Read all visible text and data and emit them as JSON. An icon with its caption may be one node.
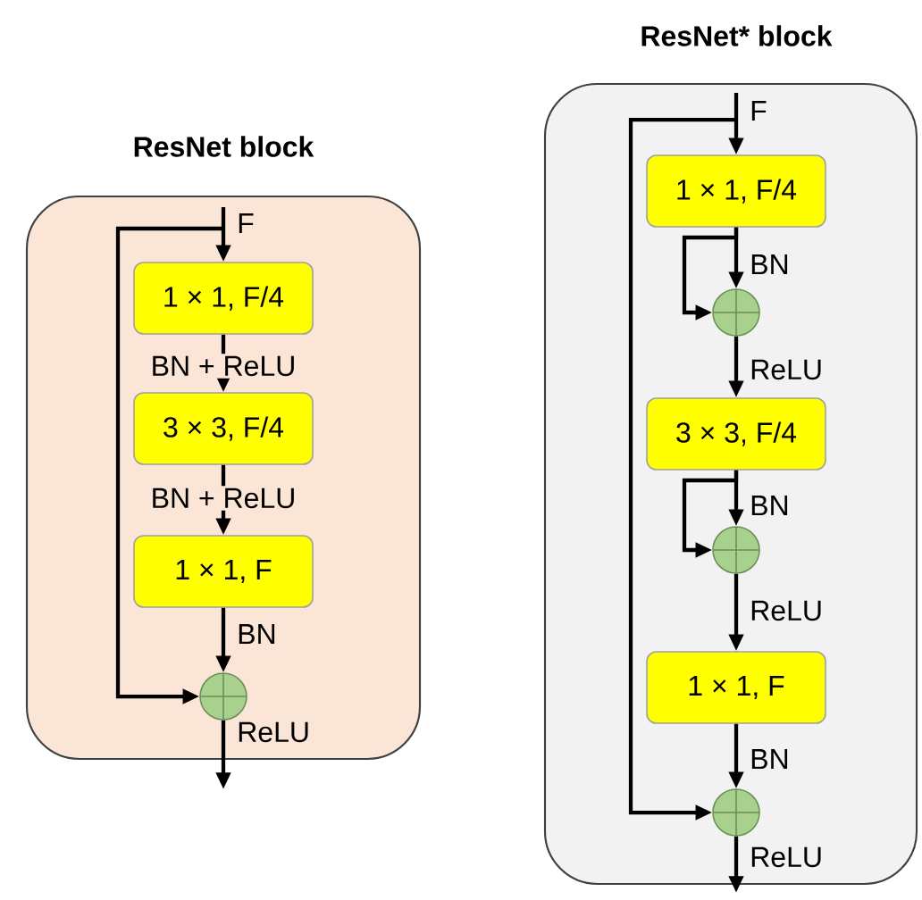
{
  "diagram": {
    "nodes": [
      {
        "text": [
          "ResNet block"
        ]
      },
      {
        "text": [
          "1 × 1, F/4"
        ],
        "in": 0
      },
      {
        "text": [
          "3 × 3, F/4"
        ],
        "in": 0
      },
      {
        "text": [
          "1 × 1, F"
        ],
        "in": 0
      },
      {
        "text": [],
        "shape": "circle",
        "in": 0
      },
      {
        "text": [
          "ResNet* block"
        ]
      },
      {
        "text": [
          "1 × 1, F/4"
        ],
        "in": 5
      },
      {
        "text": [],
        "shape": "circle",
        "in": 5
      },
      {
        "text": [
          "3 × 3, F/4"
        ],
        "in": 5
      },
      {
        "text": [],
        "shape": "circle",
        "in": 5
      },
      {
        "text": [
          "1 × 1, F"
        ],
        "in": 5
      },
      {
        "text": [],
        "shape": "circle",
        "in": 5
      }
    ],
    "edges": [
      {
        "from": null,
        "to": 1,
        "arrow": "to",
        "label": "F"
      },
      {
        "from": null,
        "to": 4,
        "arrow": "to"
      },
      {
        "from": 1,
        "to": 2,
        "arrow": "to",
        "label": "BN + ReLU"
      },
      {
        "from": 2,
        "to": 3,
        "arrow": "to",
        "label": "BN + ReLU"
      },
      {
        "from": 3,
        "to": 4,
        "arrow": "to",
        "label": "BN"
      },
      {
        "from": 4,
        "to": null,
        "arrow": "to",
        "label": "ReLU"
      },
      {
        "from": null,
        "to": 6,
        "arrow": "to",
        "label": "F"
      },
      {
        "from": null,
        "to": 11,
        "arrow": "to"
      },
      {
        "from": 6,
        "to": 7,
        "arrow": "to",
        "label": "BN"
      },
      {
        "from": 6,
        "to": 7,
        "arrow": "to"
      },
      {
        "from": 7,
        "to": 8,
        "arrow": "to",
        "label": "ReLU"
      },
      {
        "from": 8,
        "to": 9,
        "arrow": "to",
        "label": "BN"
      },
      {
        "from": 8,
        "to": 9,
        "arrow": "to"
      },
      {
        "from": 9,
        "to": 10,
        "arrow": "to",
        "label": "ReLU"
      },
      {
        "from": 10,
        "to": 11,
        "arrow": "to",
        "label": "BN"
      },
      {
        "from": 11,
        "to": null,
        "arrow": "to",
        "label": "ReLU"
      }
    ]
  }
}
